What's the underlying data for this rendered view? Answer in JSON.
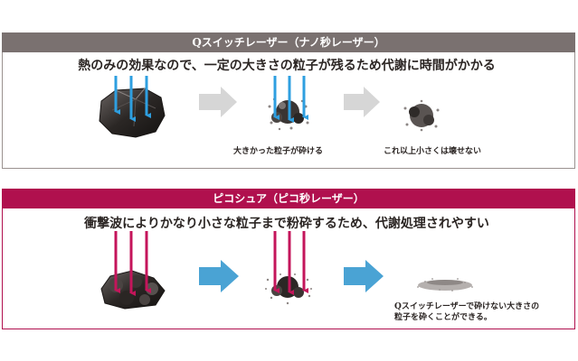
{
  "qswitch": {
    "header": "Qスイッチレーザー（ナノ秒レーザー）",
    "lead": "熱のみの効果なので、一定の大きさの粒子が残るため代謝に時間がかかる",
    "caption_1": "大きかった粒子が砕ける",
    "caption_2": "これ以上小さくは壊せない",
    "arrow_color": "#2e9fe0",
    "step_arrow_color": "#d6d6d6"
  },
  "picosure": {
    "header": "ピコシュア（ピコ秒レーザー）",
    "lead": "衝撃波によりかなり小さな粒子まで粉砕するため、代謝処理されやすい",
    "caption_line_1": "Qスイッチレーザーで砕けない大きさの",
    "caption_line_2": "粒子を砕くことができる。",
    "arrow_color": "#c4155b",
    "step_arrow_color": "#4aa3d4"
  }
}
